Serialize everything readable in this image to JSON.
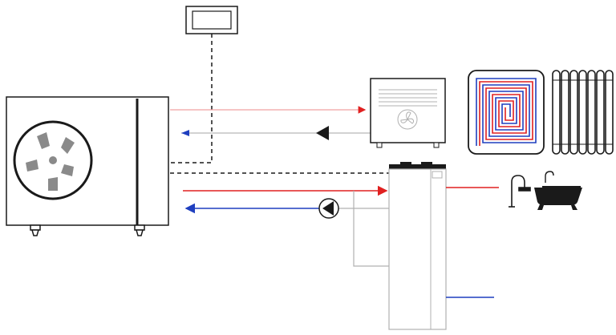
{
  "diagram": {
    "components": [
      {
        "id": "heat-pump-outdoor-unit",
        "icon": "fan-icon"
      },
      {
        "id": "room-controller",
        "icon": "thermostat-display-icon"
      },
      {
        "id": "fan-coil-unit",
        "icon": "fan-icon"
      },
      {
        "id": "underfloor-heating",
        "icon": "floor-heating-coil-icon"
      },
      {
        "id": "radiator",
        "icon": "radiator-icon"
      },
      {
        "id": "hot-water-tank",
        "icon": "tank-icon"
      },
      {
        "id": "shower",
        "icon": "shower-icon"
      },
      {
        "id": "bathtub",
        "icon": "bathtub-icon"
      }
    ],
    "colors": {
      "supply": "#e02020",
      "return": "#1f3fbf",
      "outline": "#1a1a1a",
      "pipe": "#b0b0b0",
      "fan_blade": "#8a8a8a"
    }
  }
}
